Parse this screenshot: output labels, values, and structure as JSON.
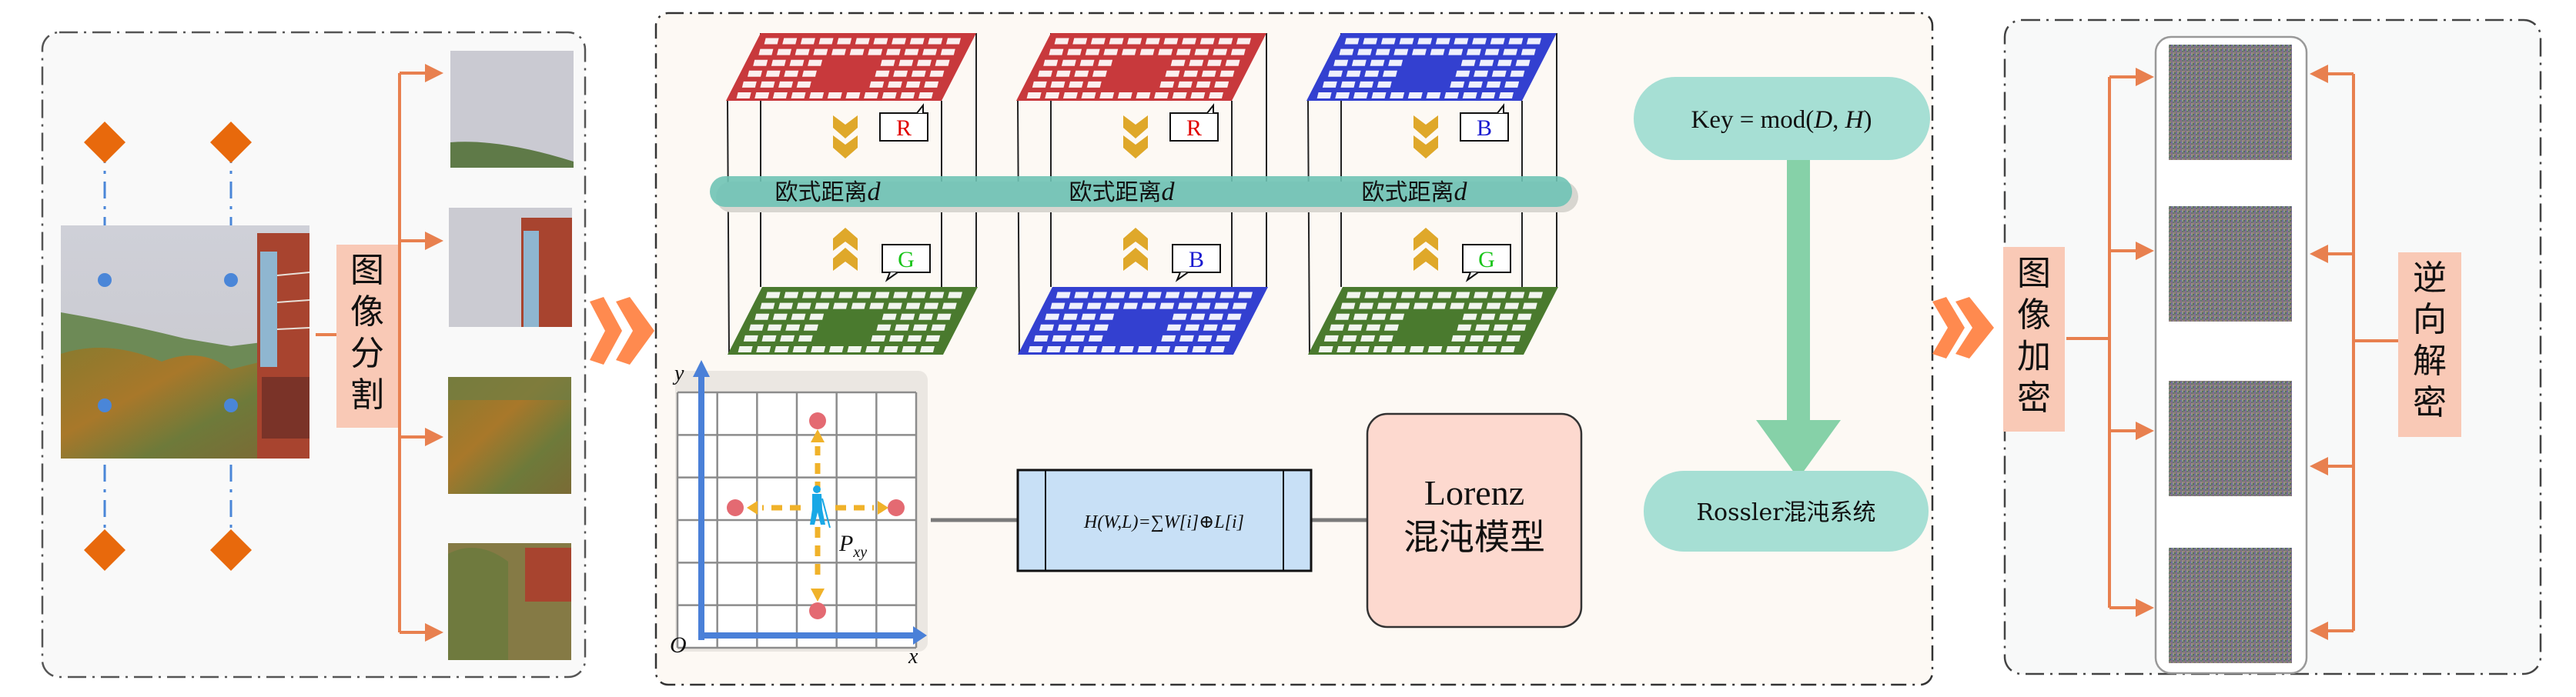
{
  "panels": {
    "segmentation": {
      "label": "图像分割",
      "label_chars": [
        "图",
        "像",
        "分",
        "割"
      ],
      "photo_name": "campus-photo",
      "tile_count": 4
    },
    "chaos": {
      "layers": [
        {
          "top_color": "#c8393c",
          "bottom_color": "#4a7a2e",
          "top_label": "R",
          "top_label_color": "#e00000",
          "bottom_label": "G",
          "bottom_label_color": "#19c419"
        },
        {
          "top_color": "#c8393c",
          "bottom_color": "#3340d0",
          "top_label": "R",
          "top_label_color": "#e00000",
          "bottom_label": "B",
          "bottom_label_color": "#1a1ad0"
        },
        {
          "top_color": "#3340d0",
          "bottom_color": "#4a7a2e",
          "top_label": "B",
          "top_label_color": "#1a1ad0",
          "bottom_label": "G",
          "bottom_label_color": "#19c419"
        }
      ],
      "distance_label": "欧式距离",
      "distance_var": "d",
      "key_formula": "Key = mod(D, H)",
      "key_formula_parts": {
        "prefix": "Key = mod(",
        "D": "D",
        "sep": ", ",
        "H": "H",
        "suffix": ")"
      },
      "rossler_label": "Rossler混沌系统",
      "lorenz_line1": "Lorenz",
      "lorenz_line2": "混沌模型",
      "hash_formula": "H(W,L)=∑W[i]⊕L[i]",
      "grid": {
        "axis_y": "y",
        "axis_x": "x",
        "origin": "O",
        "point_label": "P",
        "point_sub": "xy",
        "rows": 6,
        "cols": 6
      }
    },
    "encryption": {
      "encrypt_label": "图像加密",
      "encrypt_chars": [
        "图",
        "像",
        "加",
        "密"
      ],
      "decrypt_label": "逆向解密",
      "decrypt_chars": [
        "逆",
        "向",
        "解",
        "密"
      ],
      "cipher_tile_count": 4
    }
  },
  "colors": {
    "orange": "#e8804f",
    "diamond": "#e8690c",
    "blue_dot": "#4a86d8",
    "label_bg": "#f9c9b6",
    "teal": "#a6dfd4",
    "teal_band": "#6fc3b5",
    "green_arrow": "#86d1a8",
    "lorenz_bg": "#fdd9cf",
    "formula_bg": "#c8e0f6",
    "chevron": "#ff8a4f",
    "gold": "#dfa82a",
    "red_dot": "#e46a72",
    "axis_blue": "#4a80d8",
    "person": "#19a8e6"
  }
}
